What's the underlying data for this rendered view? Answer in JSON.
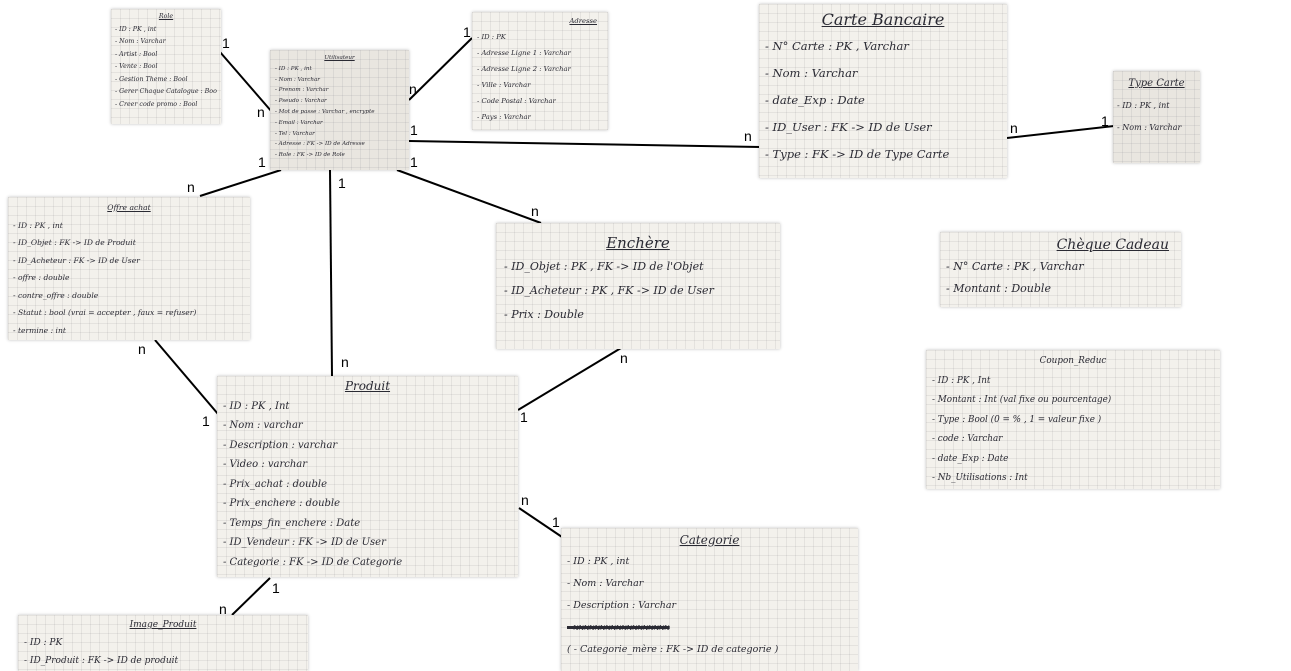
{
  "colors": {
    "line": "#000000",
    "card_ink": "#2a2a33",
    "paper": "#f3f1ec"
  },
  "entities": [
    {
      "key": "role",
      "title": "Role",
      "fields": [
        "- ID : PK , int",
        "- Nom : Varchar",
        "- Artist : Bool",
        "- Vente : Bool",
        "- Gestion Theme : Bool",
        "- Gerer Chaque Catalogue : Bool",
        "- Creer code promo : Bool"
      ]
    },
    {
      "key": "utilisateur",
      "title": "Utilisateur",
      "fields": [
        "- ID : PK , int",
        "- Nom : Varchar",
        "- Prenom : Varchar",
        "- Pseudo : Varchar",
        "- Mot de passe : Varchar , encrypte",
        "- Email : Varchar",
        "- Tel : Varchar",
        "- Adresse : FK -> ID de Adresse",
        "- Role : FK -> ID de Role"
      ]
    },
    {
      "key": "adresse",
      "title": "Adresse",
      "fields": [
        "- ID : PK",
        "- Adresse Ligne 1 : Varchar",
        "- Adresse Ligne 2 : Varchar",
        "- Ville : Varchar",
        "- Code Postal : Varchar",
        "- Pays : Varchar"
      ]
    },
    {
      "key": "carte_bancaire",
      "title": "Carte Bancaire",
      "fields": [
        "- N° Carte : PK , Varchar",
        "- Nom : Varchar",
        "- date_Exp : Date",
        "- ID_User : FK -> ID de User",
        "- Type : FK -> ID de Type Carte"
      ]
    },
    {
      "key": "type_carte",
      "title": "Type Carte",
      "fields": [
        "- ID : PK , int",
        "- Nom : Varchar"
      ]
    },
    {
      "key": "offre_achat",
      "title": "Offre achat",
      "fields": [
        "- ID : PK , int",
        "- ID_Objet : FK -> ID de Produit",
        "- ID_Acheteur : FK -> ID de User",
        "- offre : double",
        "- contre_offre : double",
        "- Statut : bool (vrai = accepter , faux = refuser)",
        "- termine : int"
      ]
    },
    {
      "key": "enchere",
      "title": "Enchère",
      "fields": [
        "- ID_Objet : PK , FK -> ID de l'Objet",
        "- ID_Acheteur : PK , FK -> ID de User",
        "- Prix : Double"
      ]
    },
    {
      "key": "cheque_cadeau",
      "title": "Chèque Cadeau",
      "fields": [
        "- N° Carte : PK , Varchar",
        "- Montant : Double"
      ]
    },
    {
      "key": "coupon_reduc",
      "title": "Coupon_Reduc",
      "fields": [
        "- ID : PK , Int",
        "- Montant : Int (val fixe ou pourcentage)",
        "- Type : Bool (0 = % , 1 = valeur fixe )",
        "- code : Varchar",
        "- date_Exp : Date",
        "- Nb_Utilisations : Int"
      ]
    },
    {
      "key": "produit",
      "title": "Produit",
      "fields": [
        "- ID : PK , Int",
        "- Nom : varchar",
        "- Description : varchar",
        "- Video : varchar",
        "- Prix_achat : double",
        "- Prix_enchere : double",
        "- Temps_fin_enchere : Date",
        "- ID_Vendeur : FK -> ID de User",
        "- Categorie : FK -> ID de Categorie"
      ]
    },
    {
      "key": "categorie",
      "title": "Categorie",
      "fields": [
        "- ID : PK , int",
        "- Nom : Varchar",
        "- Description : Varchar",
        "- xxxxxxxxxxxxxxxxxx",
        "( - Categorie_mère : FK -> ID de categorie )"
      ]
    },
    {
      "key": "image_produit",
      "title": "Image_Produit",
      "fields": [
        "- ID : PK",
        "- ID_Produit : FK -> ID de produit"
      ]
    }
  ],
  "relations": [
    {
      "key": "role-user",
      "ends": [
        "1",
        "n"
      ]
    },
    {
      "key": "adresse-user",
      "ends": [
        "1",
        "n"
      ]
    },
    {
      "key": "user-carte",
      "ends": [
        "1",
        "n"
      ]
    },
    {
      "key": "carte-type",
      "ends": [
        "n",
        "1"
      ]
    },
    {
      "key": "user-offre",
      "ends": [
        "1",
        "n"
      ]
    },
    {
      "key": "user-produit",
      "ends": [
        "1",
        "n"
      ]
    },
    {
      "key": "user-enchere",
      "ends": [
        "1",
        "n"
      ]
    },
    {
      "key": "offre-produit",
      "ends": [
        "n",
        "1"
      ]
    },
    {
      "key": "enchere-produit",
      "ends": [
        "n",
        "1"
      ]
    },
    {
      "key": "produit-categorie",
      "ends": [
        "n",
        "1"
      ]
    },
    {
      "key": "produit-image",
      "ends": [
        "1",
        "n"
      ]
    }
  ]
}
